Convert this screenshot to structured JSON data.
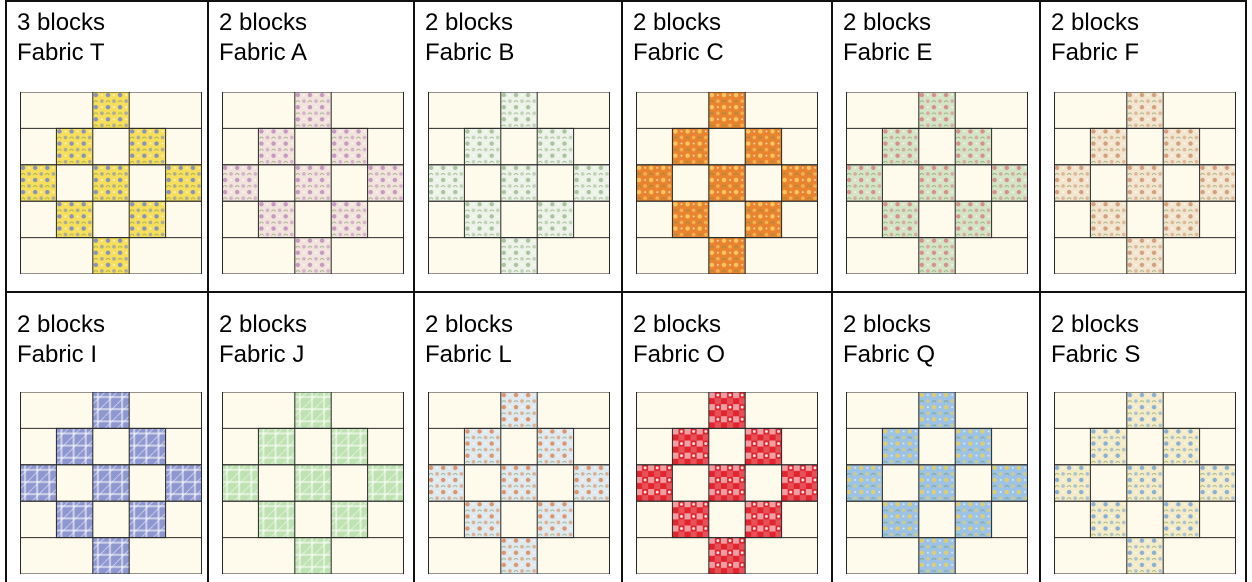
{
  "colors": {
    "background_square": "#fffbec",
    "seam": "#2a2a2a",
    "grid_line": "#111111"
  },
  "cells": [
    {
      "count": "3 blocks",
      "fabric": "Fabric T",
      "base": "#f6df5c",
      "accent": "#6f7fce",
      "style": "floral"
    },
    {
      "count": "2 blocks",
      "fabric": "Fabric A",
      "base": "#f2e4dd",
      "accent": "#b987b8",
      "style": "floral"
    },
    {
      "count": "2 blocks",
      "fabric": "Fabric B",
      "base": "#eef3e9",
      "accent": "#9ab88d",
      "style": "floral"
    },
    {
      "count": "2 blocks",
      "fabric": "Fabric C",
      "base": "#e8832f",
      "accent": "#fbd86a",
      "style": "floral"
    },
    {
      "count": "2 blocks",
      "fabric": "Fabric E",
      "base": "#d5e4c6",
      "accent": "#d67a7a",
      "style": "floral"
    },
    {
      "count": "2 blocks",
      "fabric": "Fabric F",
      "base": "#f3e6d0",
      "accent": "#c98f6a",
      "style": "floral"
    },
    {
      "count": "2 blocks",
      "fabric": "Fabric I",
      "base": "#8e97cf",
      "accent": "#ffffff",
      "style": "plaid"
    },
    {
      "count": "2 blocks",
      "fabric": "Fabric J",
      "base": "#bfe2b2",
      "accent": "#ffffff",
      "style": "plaid"
    },
    {
      "count": "2 blocks",
      "fabric": "Fabric L",
      "base": "#dfe9ee",
      "accent": "#d9804c",
      "style": "floral"
    },
    {
      "count": "2 blocks",
      "fabric": "Fabric O",
      "base": "#e0252f",
      "accent": "#ffffff",
      "style": "gingham"
    },
    {
      "count": "2 blocks",
      "fabric": "Fabric Q",
      "base": "#9cc3e6",
      "accent": "#f0d050",
      "style": "floral"
    },
    {
      "count": "2 blocks",
      "fabric": "Fabric S",
      "base": "#f4ecc8",
      "accent": "#6fa0d8",
      "style": "floral"
    }
  ]
}
